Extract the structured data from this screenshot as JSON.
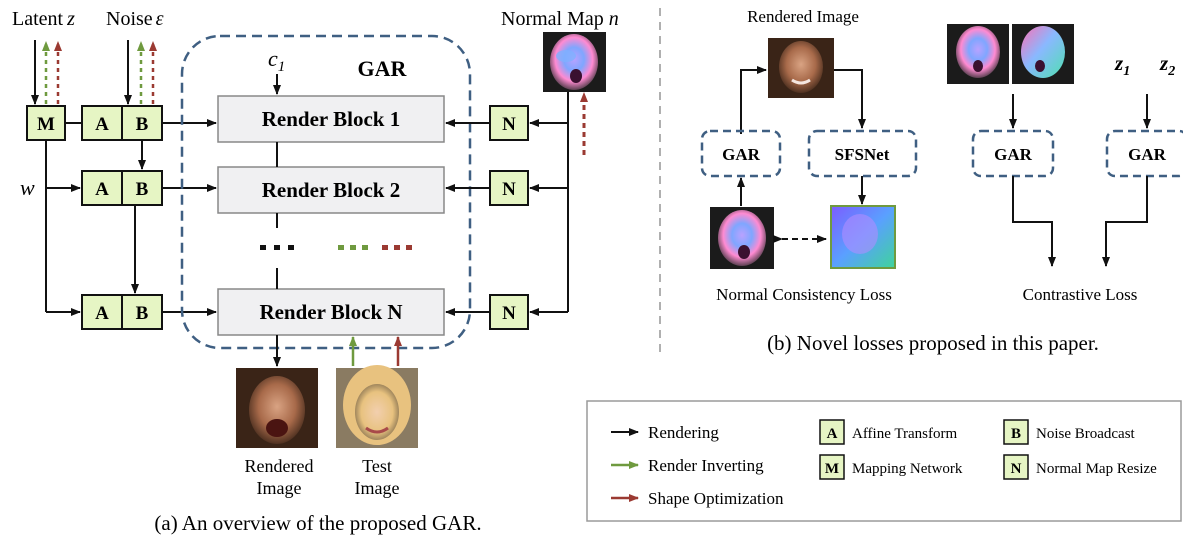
{
  "left_panel": {
    "inputs": {
      "latent_label": "Latent",
      "latent_symbol": "z",
      "noise_label": "Noise",
      "noise_symbol": "ε",
      "w_symbol": "w",
      "normal_map_label": "Normal Map",
      "normal_map_symbol": "n",
      "c1_symbol": "c",
      "c1_subscript": "1"
    },
    "gar_label": "GAR",
    "render_blocks": [
      "Render Block 1",
      "Render Block 2",
      "Render Block N"
    ],
    "ellipsis": "⋯",
    "box_letters": {
      "mapping": "M",
      "affine": "A",
      "broadcast": "B",
      "normal_resize": "N"
    },
    "output_labels": {
      "rendered_image": [
        "Rendered",
        "Image"
      ],
      "test_image": [
        "Test",
        "Image"
      ]
    },
    "caption": "(a) An overview of the proposed GAR."
  },
  "right_panel": {
    "rendered_image_label": "Rendered Image",
    "gar_label": "GAR",
    "sfsnet_label": "SFSNet",
    "normal_consistency_label": "Normal Consistency Loss",
    "contrastive_loss_label": "Contrastive Loss",
    "z1": "z",
    "z1_sub": "1",
    "z2": "z",
    "z2_sub": "2",
    "caption": "(b) Novel losses proposed in this paper."
  },
  "legend": {
    "arrows": [
      {
        "label": "Rendering",
        "color": "#111111"
      },
      {
        "label": "Render Inverting",
        "color": "#6f9a3f"
      },
      {
        "label": "Shape Optimization",
        "color": "#9b3a32"
      }
    ],
    "boxes": [
      {
        "letter": "A",
        "label": "Affine Transform"
      },
      {
        "letter": "M",
        "label": "Mapping Network"
      },
      {
        "letter": "B",
        "label": "Noise Broadcast"
      },
      {
        "letter": "N",
        "label": "Normal Map Resize"
      }
    ]
  },
  "colors": {
    "green_box_fill": "#e6f5c4",
    "render_block_fill": "#f0f0f2",
    "dashed_blue": "#3f5f82",
    "green_arrow": "#6f9a3f",
    "red_arrow": "#9b3a32"
  }
}
